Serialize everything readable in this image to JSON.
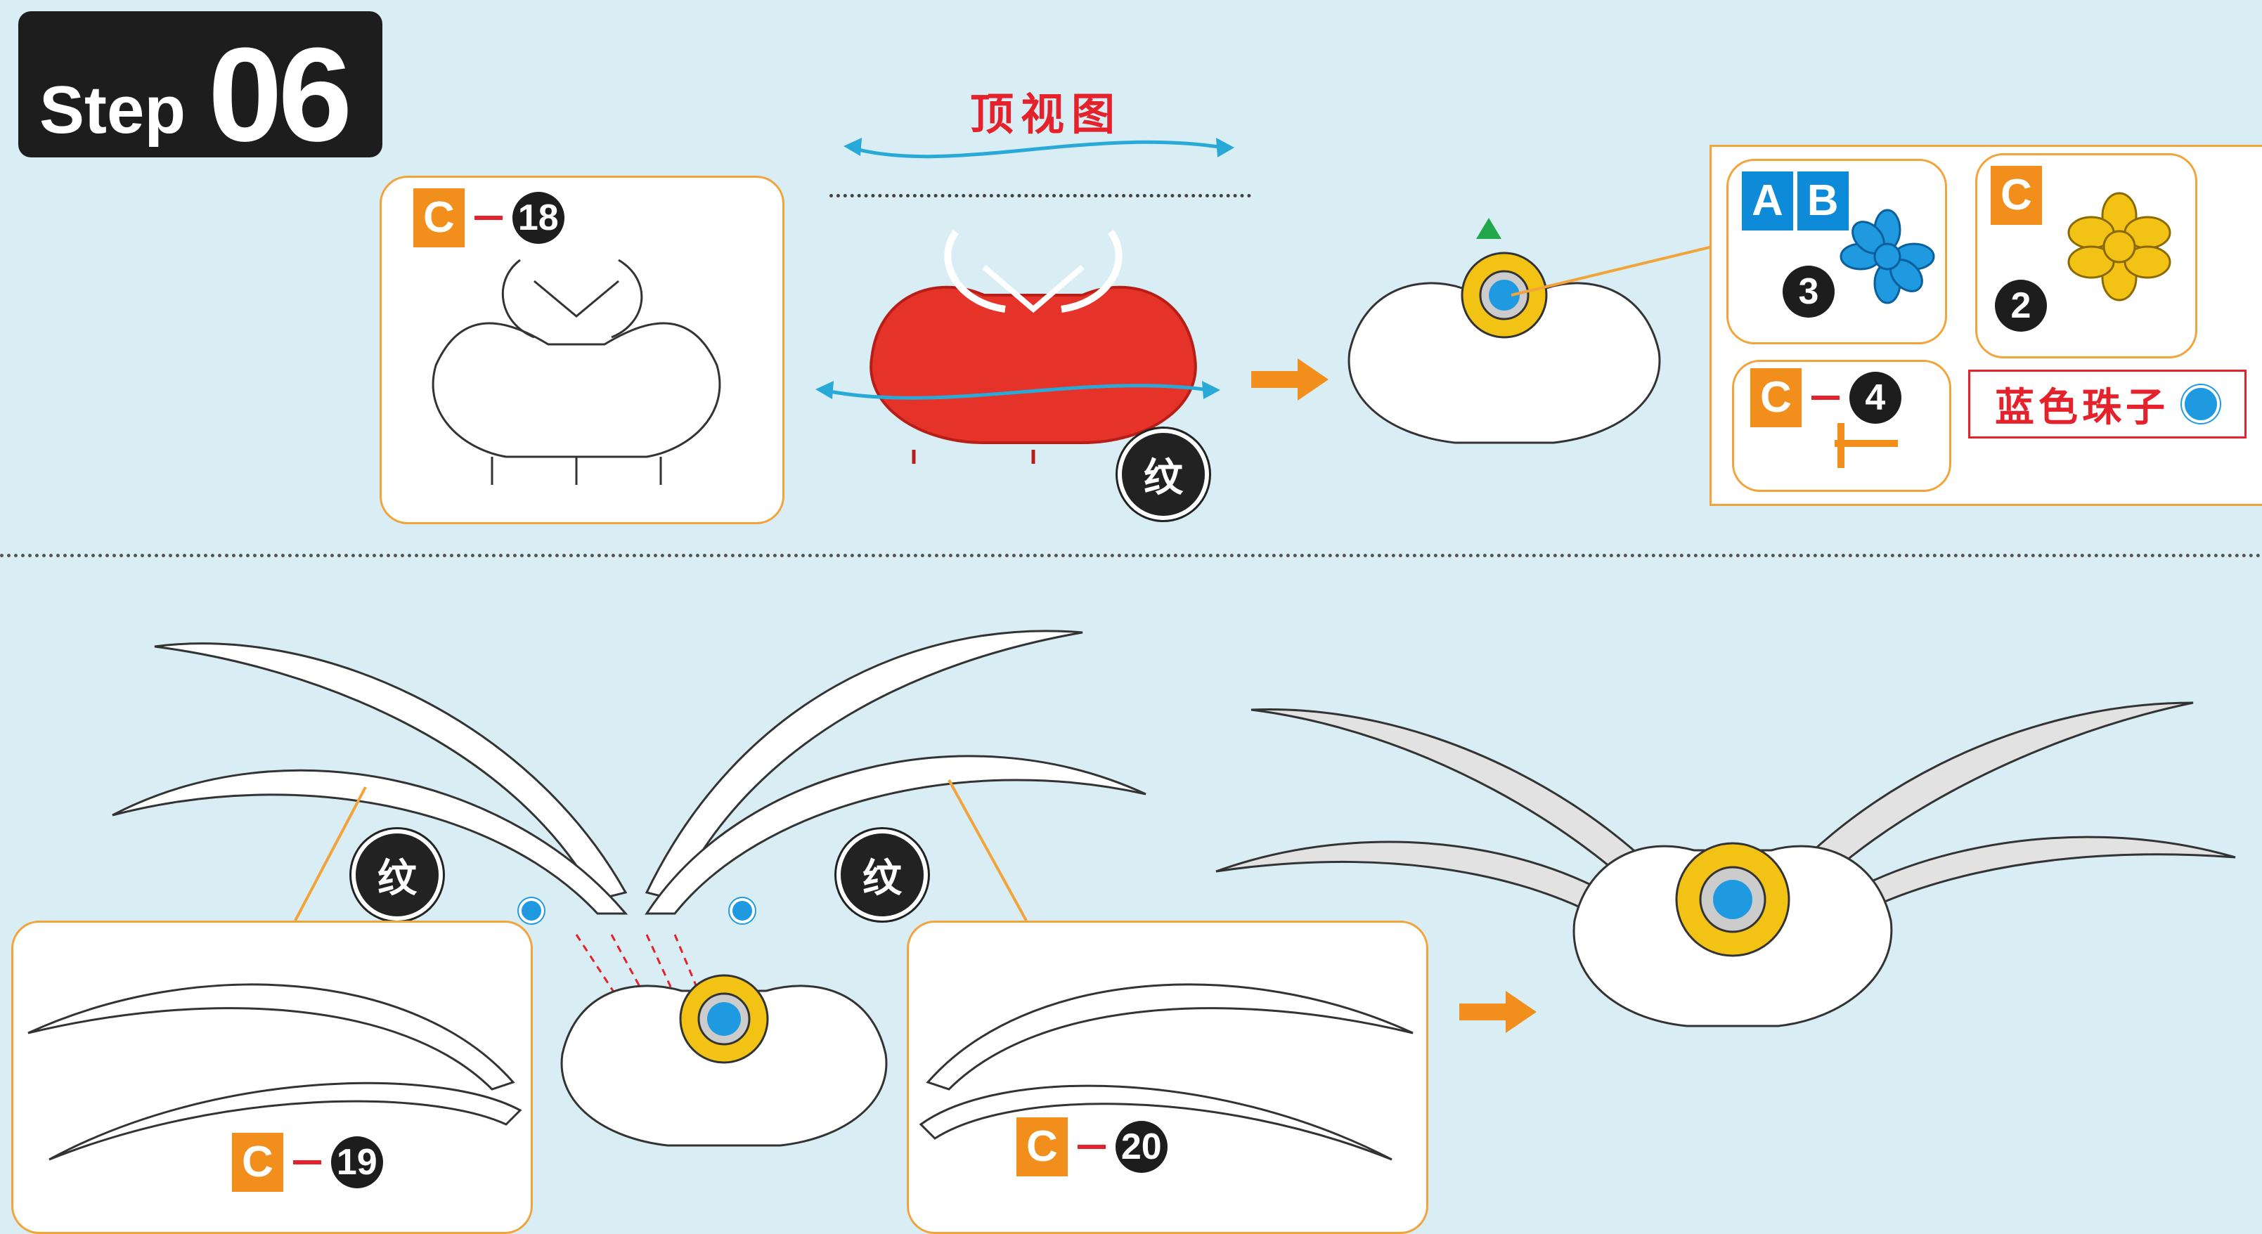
{
  "step": {
    "word": "Step",
    "number": "06"
  },
  "top_view_label": "顶视图",
  "callouts": {
    "c18": {
      "letter": "C",
      "number": "18"
    },
    "c19": {
      "letter": "C",
      "number": "19"
    },
    "c20": {
      "letter": "C",
      "number": "20"
    },
    "ab3": {
      "letter_a": "A",
      "letter_b": "B",
      "number": "3"
    },
    "c2": {
      "letter": "C",
      "number": "2"
    },
    "c4": {
      "letter": "C",
      "number": "4"
    }
  },
  "pattern_marks": [
    "纹",
    "纹",
    "纹"
  ],
  "bead_label": "蓝色珠子",
  "colors": {
    "accent_orange": "#f28e1c",
    "frame_orange": "#f2a33a",
    "red": "#e5212b",
    "blue": "#1f9ae0",
    "yellow": "#f2c314",
    "background": "#d8eef4"
  },
  "icons": [
    "blue-flower-icon",
    "yellow-flower-icon",
    "pin-part-icon",
    "blue-bead-icon",
    "green-triangle-icon",
    "orange-arrow-icon"
  ]
}
